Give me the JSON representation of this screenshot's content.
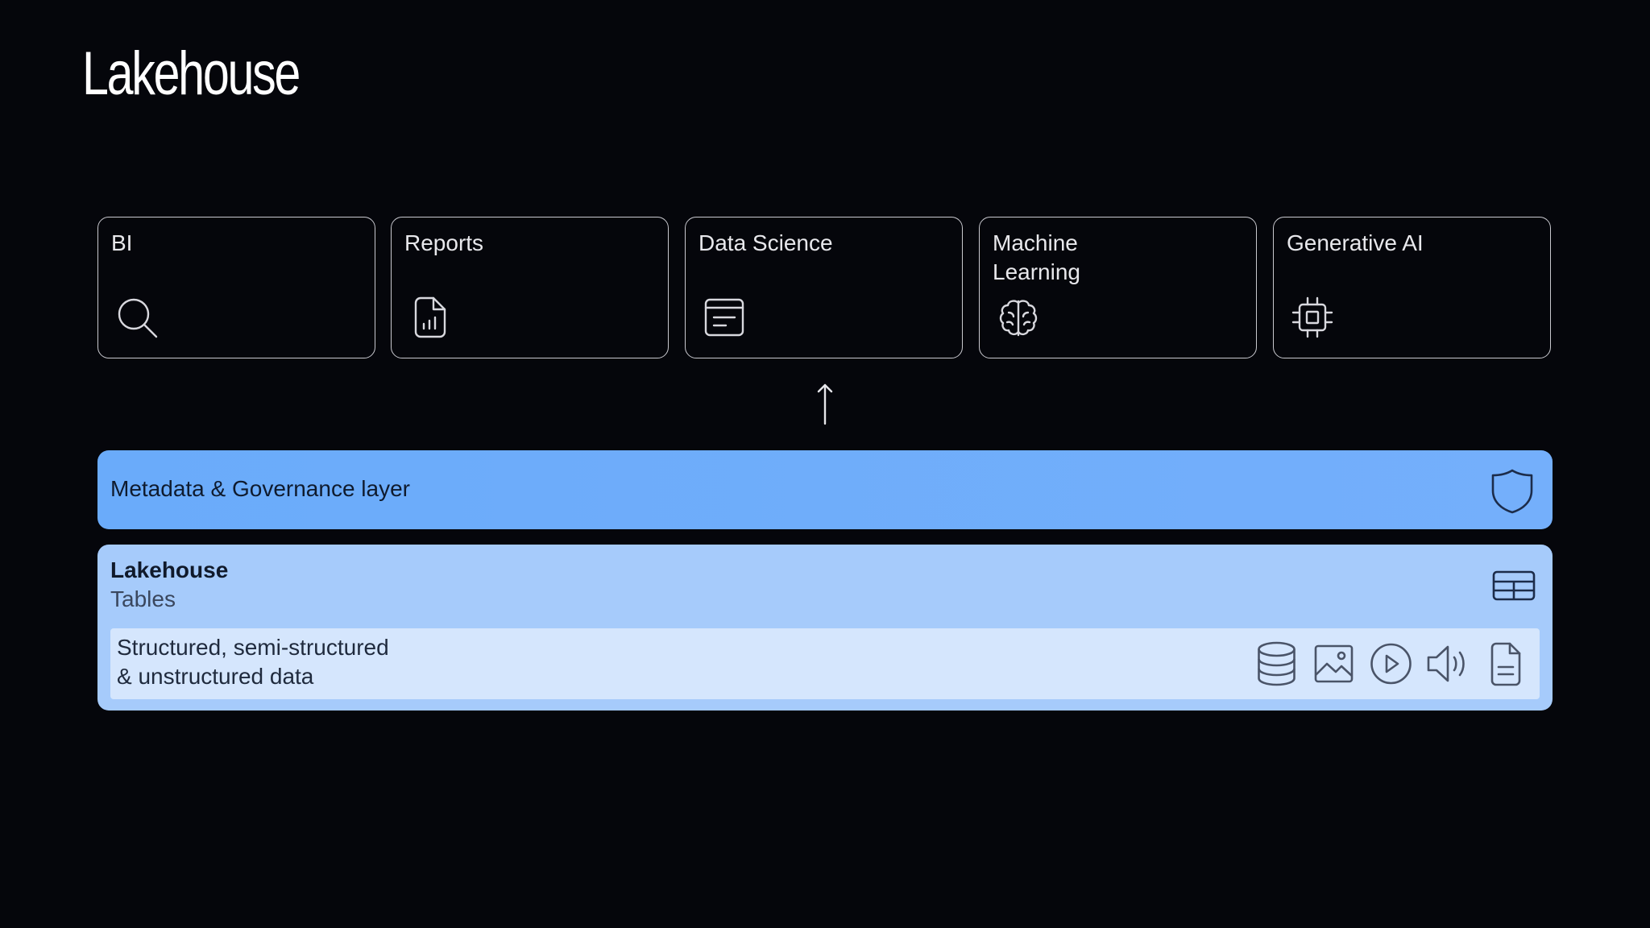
{
  "title": "Lakehouse",
  "use_cases": [
    {
      "label": "BI",
      "icon": "search-icon"
    },
    {
      "label": "Reports",
      "icon": "report-chart-icon"
    },
    {
      "label": "Data Science",
      "icon": "notebook-icon"
    },
    {
      "label": "Machine\nLearning",
      "icon": "brain-icon"
    },
    {
      "label": "Generative AI",
      "icon": "chip-icon"
    }
  ],
  "governance": {
    "label": "Metadata & Governance layer",
    "icon": "shield-icon"
  },
  "lakehouse": {
    "title": "Lakehouse",
    "subtitle": "Tables",
    "icon": "table-icon",
    "data": {
      "label": "Structured, semi-structured\n& unstructured data",
      "icons": [
        "database-icon",
        "image-icon",
        "video-icon",
        "audio-icon",
        "document-icon"
      ]
    }
  },
  "colors": {
    "background": "#05060b",
    "governance": "#6aabfa",
    "lakehouse": "#a6cbfb",
    "data_bar": "#d5e6fd",
    "card_border": "#c9c9cf"
  }
}
